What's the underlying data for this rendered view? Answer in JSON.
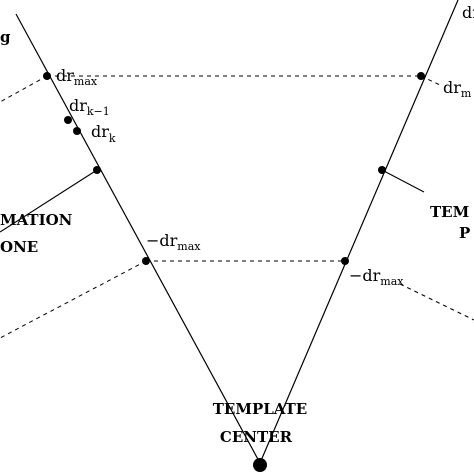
{
  "labels": {
    "top_left_partial": "g",
    "dr": "dr",
    "max": "max",
    "k_minus_1": "k−1",
    "k": "k",
    "neg_dr": "−dr",
    "top_right_partial": "dr",
    "right_mid_sub_partial": "m",
    "formation_zone_line1": "MATION",
    "formation_zone_line2": "ONE",
    "template_right_line1": "TEM",
    "template_right_line2": "P",
    "template_center_line1": "TEMPLATE",
    "template_center_line2": "CENTER"
  },
  "colors": {
    "stroke": "#000000",
    "background": "#ffffff"
  }
}
